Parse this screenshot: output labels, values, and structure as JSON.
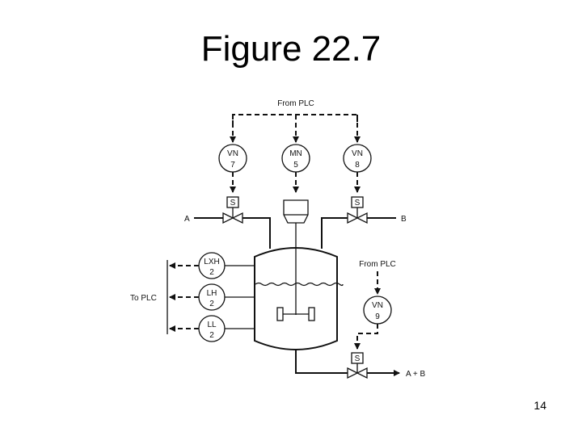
{
  "slide": {
    "title": "Figure 22.7",
    "page_number": "14"
  },
  "diagram": {
    "from_plc_top": "From PLC",
    "from_plc_right": "From PLC",
    "to_plc": "To PLC",
    "stream_a": "A",
    "stream_b": "B",
    "stream_out": "A + B",
    "solenoid": "S",
    "instruments": {
      "vn7": {
        "tag": "VN",
        "num": "7"
      },
      "mn5": {
        "tag": "MN",
        "num": "5"
      },
      "vn8": {
        "tag": "VN",
        "num": "8"
      },
      "vn9": {
        "tag": "VN",
        "num": "9"
      },
      "lxh2": {
        "tag": "LXH",
        "num": "2"
      },
      "lh2": {
        "tag": "LH",
        "num": "2"
      },
      "ll2": {
        "tag": "LL",
        "num": "2"
      }
    }
  }
}
